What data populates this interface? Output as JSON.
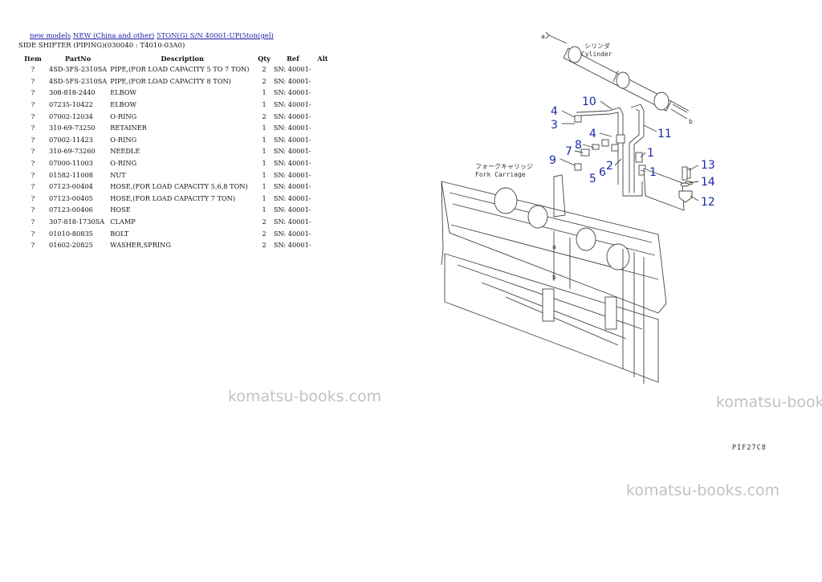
{
  "breadcrumb": {
    "link1": "new models",
    "link2": "NEW (China and other)",
    "link3": "5TON(G) S/N 40001-UP(5ton(gel)"
  },
  "subtitle": "SIDE SHIFTER (PIPING)(030040 : T4010-03A0)",
  "table": {
    "headers": {
      "item": "Item",
      "part": "PartNo",
      "desc": "Description",
      "qty": "Qty",
      "ref": "Ref",
      "alt": "Alt"
    },
    "rows": [
      {
        "item": "?",
        "part": "4SD-3FS-2310SA",
        "desc": "PIPE,(FOR LOAD CAPACITY 5 TO 7 TON)",
        "qty": "2",
        "ref": "SN: 40001-",
        "alt": ""
      },
      {
        "item": "?",
        "part": "4SD-5FS-2310SA",
        "desc": "PIPE,(FOR LOAD CAPACITY 8 TON)",
        "qty": "2",
        "ref": "SN: 40001-",
        "alt": ""
      },
      {
        "item": "?",
        "part": "308-818-2440",
        "desc": "ELBOW",
        "qty": "1",
        "ref": "SN: 40001-",
        "alt": ""
      },
      {
        "item": "?",
        "part": "07235-10422",
        "desc": "ELBOW",
        "qty": "1",
        "ref": "SN: 40001-",
        "alt": ""
      },
      {
        "item": "?",
        "part": "07002-12034",
        "desc": "O-RING",
        "qty": "2",
        "ref": "SN: 40001-",
        "alt": ""
      },
      {
        "item": "?",
        "part": "310-69-73250",
        "desc": "RETAINER",
        "qty": "1",
        "ref": "SN: 40001-",
        "alt": ""
      },
      {
        "item": "?",
        "part": "07002-11423",
        "desc": "O-RING",
        "qty": "1",
        "ref": "SN: 40001-",
        "alt": ""
      },
      {
        "item": "?",
        "part": "310-69-73260",
        "desc": "NEEDLE",
        "qty": "1",
        "ref": "SN: 40001-",
        "alt": ""
      },
      {
        "item": "?",
        "part": "07000-11003",
        "desc": "O-RING",
        "qty": "1",
        "ref": "SN: 40001-",
        "alt": ""
      },
      {
        "item": "?",
        "part": "01582-11008",
        "desc": "NUT",
        "qty": "1",
        "ref": "SN: 40001-",
        "alt": ""
      },
      {
        "item": "?",
        "part": "07123-00404",
        "desc": "HOSE,(FOR LOAD CAPACITY 5,6,8 TON)",
        "qty": "1",
        "ref": "SN: 40001-",
        "alt": ""
      },
      {
        "item": "?",
        "part": "07123-00405",
        "desc": "HOSE,(FOR LOAD CAPACITY 7 TON)",
        "qty": "1",
        "ref": "SN: 40001-",
        "alt": ""
      },
      {
        "item": "?",
        "part": "07123-00406",
        "desc": "HOSE",
        "qty": "1",
        "ref": "SN: 40001-",
        "alt": ""
      },
      {
        "item": "?",
        "part": "307-818-1730SA",
        "desc": "CLAMP",
        "qty": "2",
        "ref": "SN: 40001-",
        "alt": ""
      },
      {
        "item": "?",
        "part": "01010-80835",
        "desc": "BOLT",
        "qty": "2",
        "ref": "SN: 40001-",
        "alt": ""
      },
      {
        "item": "?",
        "part": "01602-20825",
        "desc": "WASHER,SPRING",
        "qty": "2",
        "ref": "SN: 40001-",
        "alt": ""
      }
    ]
  },
  "watermark": "komatsu-books.com",
  "diagram": {
    "code": "PIF27C8",
    "cylinder_jp": "シリンダ",
    "cylinder_en": "Cylinder",
    "carriage_jp": "フォークキャリッジ",
    "carriage_en": "Fork Carriage",
    "letter_a": "a",
    "letter_b": "b",
    "callouts": {
      "c1": "1",
      "c1b": "1",
      "c2": "2",
      "c3": "3",
      "c4": "4",
      "c4b": "4",
      "c5": "5",
      "c6": "6",
      "c7": "7",
      "c8": "8",
      "c9": "9",
      "c10": "10",
      "c11": "11",
      "c12": "12",
      "c13": "13",
      "c14": "14"
    }
  }
}
